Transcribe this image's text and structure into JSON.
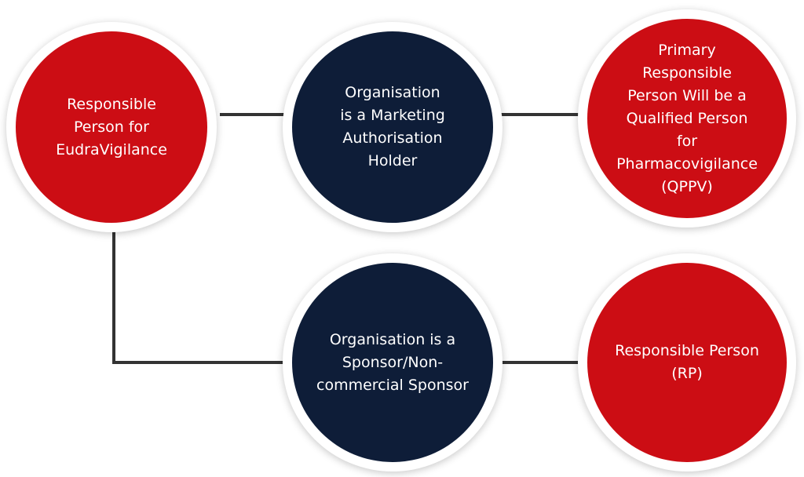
{
  "colors": {
    "primary_red": "#cc0d14",
    "navy": "#0e1d38",
    "connector": "#333333",
    "ring": "#ffffff"
  },
  "nodes": {
    "rp_eudravigilance": {
      "label": "Responsible\nPerson for\nEudraVigilance",
      "color": "red"
    },
    "mah": {
      "label": "Organisation\nis a Marketing\nAuthorisation\nHolder",
      "color": "navy"
    },
    "qppv": {
      "label": "Primary\nResponsible\nPerson Will be a\nQualified Person\nfor\nPharmacovigilance\n(QPPV)",
      "color": "red"
    },
    "sponsor": {
      "label": "Organisation is a\nSponsor/Non-\ncommercial Sponsor",
      "color": "navy"
    },
    "rp": {
      "label": "Responsible Person\n(RP)",
      "color": "red"
    }
  },
  "connections": [
    {
      "from": "rp_eudravigilance",
      "to": "mah"
    },
    {
      "from": "mah",
      "to": "qppv"
    },
    {
      "from": "rp_eudravigilance",
      "to": "sponsor"
    },
    {
      "from": "sponsor",
      "to": "rp"
    }
  ]
}
